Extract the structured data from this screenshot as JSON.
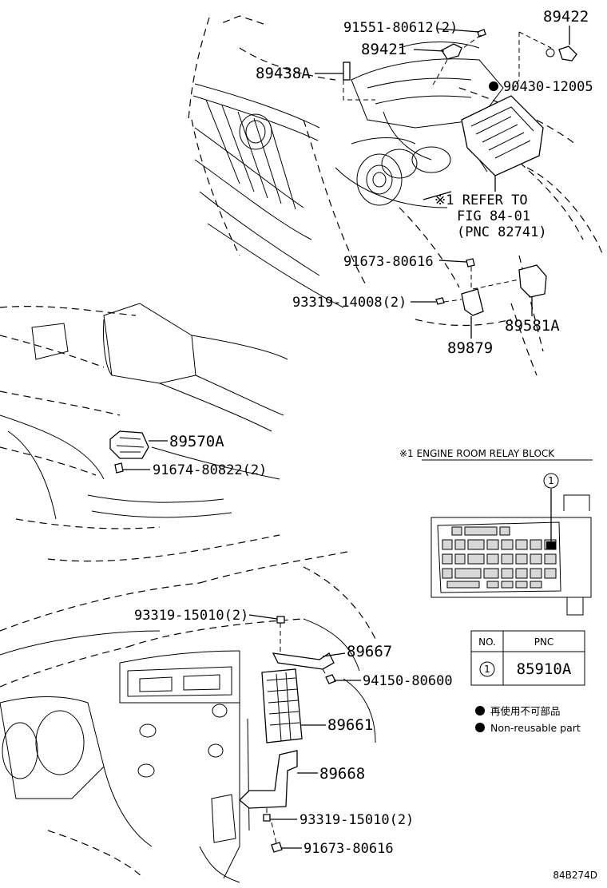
{
  "diagram_code": "84B274D",
  "callouts": {
    "c_91551": "91551-80612(2)",
    "c_89422": "89422",
    "c_89421": "89421",
    "c_89438A": "89438A",
    "c_90430": "90430-12005",
    "c_refer1": "※1 REFER TO",
    "c_refer2": "FIG 84-01",
    "c_refer3": "(PNC 82741)",
    "c_91673a": "91673-80616",
    "c_93319a": "93319-14008(2)",
    "c_89581A": "89581A",
    "c_89879": "89879",
    "c_89570A": "89570A",
    "c_91674": "91674-80822(2)",
    "c_93319b": "93319-15010(2)",
    "c_89667": "89667",
    "c_94150": "94150-80600",
    "c_89661": "89661",
    "c_89668": "89668",
    "c_93319c": "93319-15010(2)",
    "c_91673b": "91673-80616"
  },
  "relay_block": {
    "title": "※1  ENGINE ROOM RELAY BLOCK",
    "marker": "1"
  },
  "pnc_table": {
    "col_no": "NO.",
    "col_pnc": "PNC",
    "row_no": "1",
    "row_pnc": "85910A"
  },
  "legend": {
    "jp": "再使用不可部品",
    "en": "Non-reusable part"
  }
}
